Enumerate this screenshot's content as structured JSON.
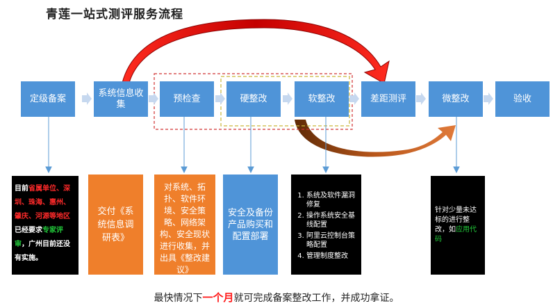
{
  "title": "青莲一站式测评服务流程",
  "steps": [
    "定级备案",
    "系统信息收集",
    "预检查",
    "硬整改",
    "软整改",
    "差距测评",
    "微整改",
    "验收"
  ],
  "notes": {
    "n1": {
      "p1": "目前",
      "p2": "省属单位、深圳、珠海、惠州、肇庆、河源等地区",
      "p3": "已经要求",
      "p4": "专家评审",
      "p5": "，广州目前还没有实施。"
    },
    "n2": "交付《系统信息调研表》",
    "n3": "对系统、拓扑、软件环境、安全策略、网络架构、安全现状进行收集，并出具《整改建议》",
    "n4": "安全及备份产品购买和配置部署",
    "n5": [
      "系统及软件漏洞修复",
      "操作系统安全基线配置",
      "阿里云控制台策略配置",
      "管理制度整改"
    ],
    "n6": {
      "p1": "针对少量未达标的进行整改，如",
      "p2": "应用代码"
    }
  },
  "footer": {
    "before": "最快情况下",
    "highlight": "一个月",
    "after": "就可完成备案整改工作，并成功拿证。"
  },
  "colors": {
    "step": "#4f94d8",
    "orange": "#ef7f2b",
    "arrow": "#c6d8ef",
    "red_arc": "#cc0000",
    "brown_arc": "#a04a12"
  }
}
